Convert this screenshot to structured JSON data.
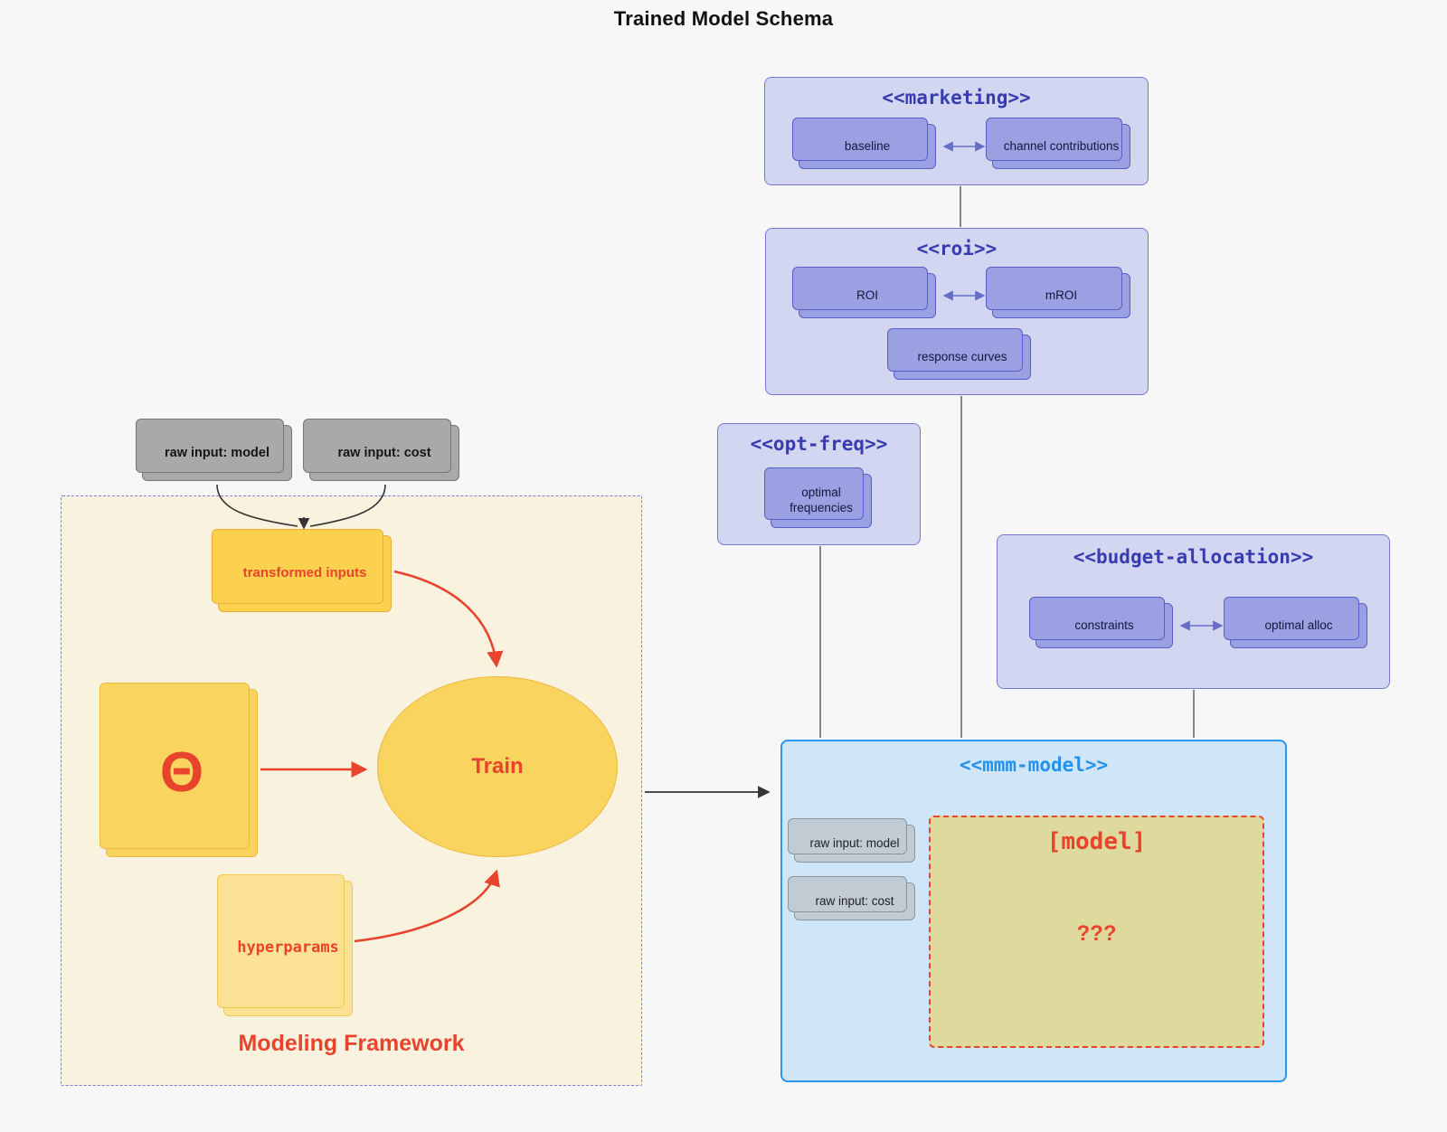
{
  "page": {
    "title": "Trained Model Schema"
  },
  "framework": {
    "label": "Modeling Framework",
    "raw_input_model": "raw input: model",
    "raw_input_cost": "raw input: cost",
    "transformed_inputs": "transformed inputs",
    "theta": "Θ",
    "train": "Train",
    "hyperparams": "hyperparams"
  },
  "marketing": {
    "title": "<<marketing>>",
    "baseline": "baseline",
    "channel_contributions": "channel contributions"
  },
  "roi": {
    "title": "<<roi>>",
    "roi": "ROI",
    "mroi": "mROI",
    "response_curves": "response curves"
  },
  "opt_freq": {
    "title": "<<opt-freq>>",
    "optimal_frequencies": "optimal frequencies"
  },
  "budget_allocation": {
    "title": "<<budget-allocation>>",
    "constraints": "constraints",
    "optimal_alloc": "optimal alloc"
  },
  "mmm_model": {
    "title": "<<mmm-model>>",
    "raw_input_model": "raw input: model",
    "raw_input_cost": "raw input: cost",
    "model_box_title": "[model]",
    "model_box_body": "???"
  },
  "colors": {
    "accent_red": "#e8432c",
    "purple_container_fill": "#d3d6f0",
    "purple_border": "#7379d2",
    "purple_node_fill": "#9aa0e2",
    "purple_title": "#373cb0",
    "blue_border": "#2b97ec",
    "blue_container_fill": "#cfe5f8",
    "khaki_fill": "#ded99c",
    "gold_fill": "#fcd150",
    "cream_fill": "#f9f2de",
    "gray_node_fill": "#a9a9ab"
  }
}
